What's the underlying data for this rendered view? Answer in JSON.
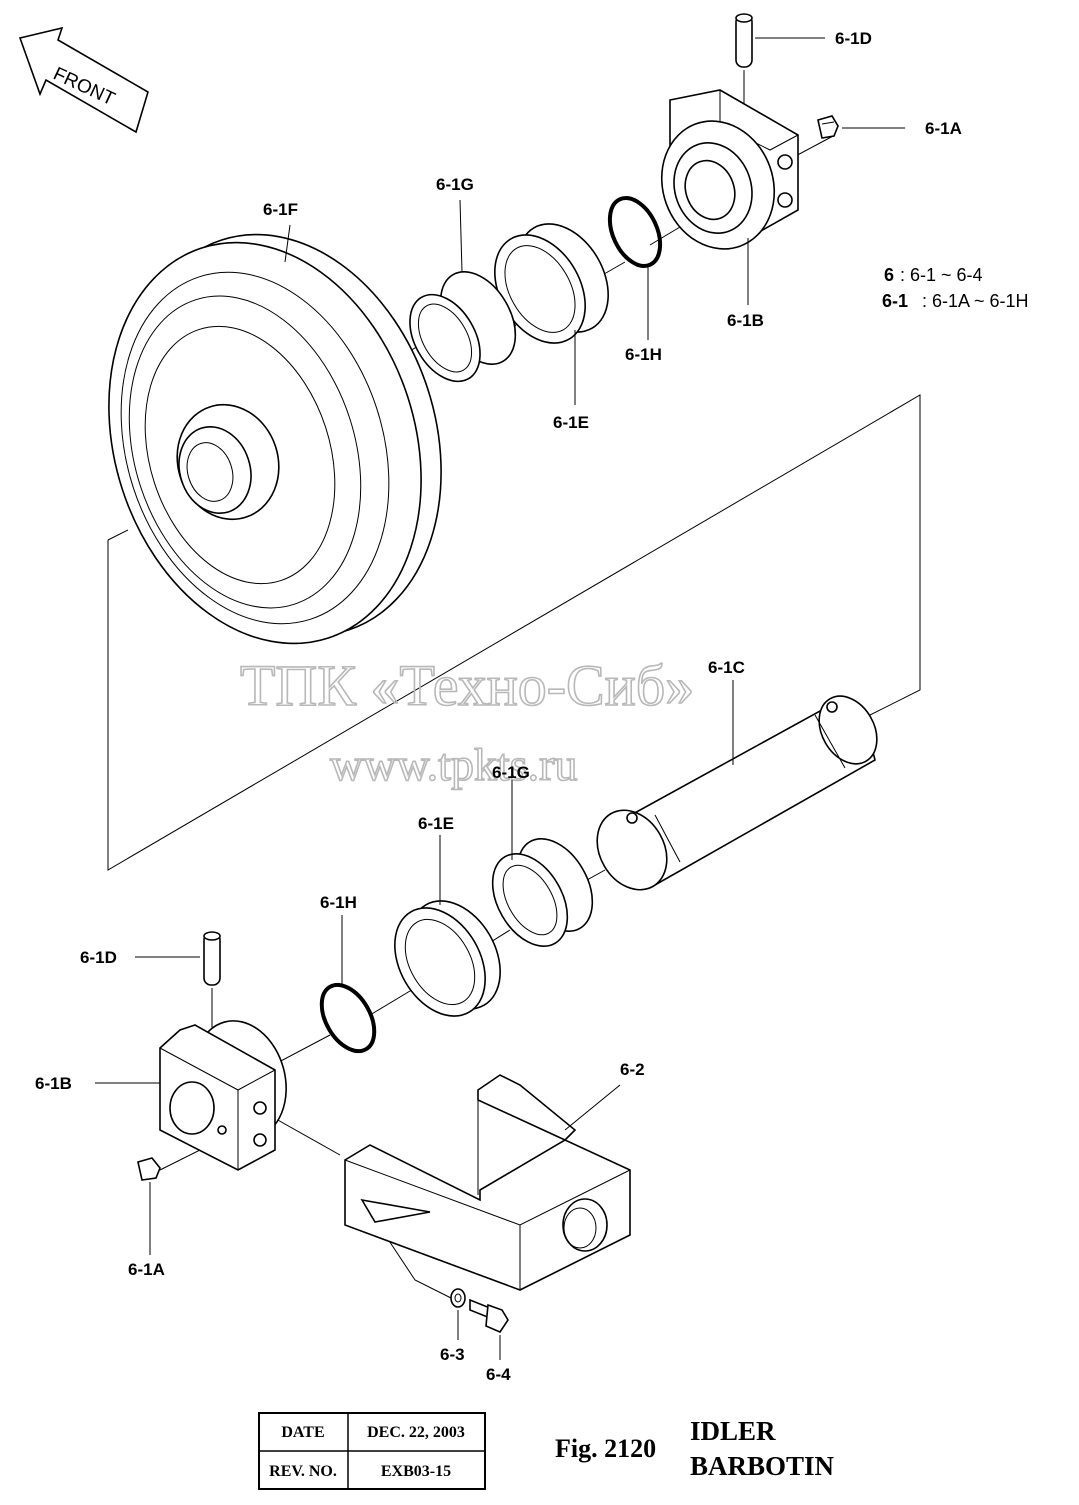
{
  "front_arrow": {
    "text": "FRONT"
  },
  "watermark": {
    "line1": "ТПК «Техно-Сиб»",
    "line2": "www.tpkts.ru"
  },
  "labels": {
    "l_6_1D_top": "6-1D",
    "l_6_1A_top": "6-1A",
    "l_6_1G_top": "6-1G",
    "l_6_1F": "6-1F",
    "l_6_1H_top": "6-1H",
    "l_6_1B_top": "6-1B",
    "l_6_1E_top": "6-1E",
    "l_6_1C": "6-1C",
    "l_6_1G_bot": "6-1G",
    "l_6_1E_bot": "6-1E",
    "l_6_1H_bot": "6-1H",
    "l_6_1D_bot": "6-1D",
    "l_6_1B_bot": "6-1B",
    "l_6_1A_bot": "6-1A",
    "l_6_2": "6-2",
    "l_6_3": "6-3",
    "l_6_4": "6-4"
  },
  "notes": {
    "n1_key": "6",
    "n1_val": ": 6-1 ~ 6-4",
    "n2_key": "6-1",
    "n2_val": ": 6-1A ~ 6-1H"
  },
  "table": {
    "date_label": "DATE",
    "date_value": "DEC. 22, 2003",
    "rev_label": "REV. NO.",
    "rev_value": "EXB03-15"
  },
  "figure": {
    "number": "Fig. 2120",
    "title_line1": "IDLER",
    "title_line2": "BARBOTIN"
  }
}
